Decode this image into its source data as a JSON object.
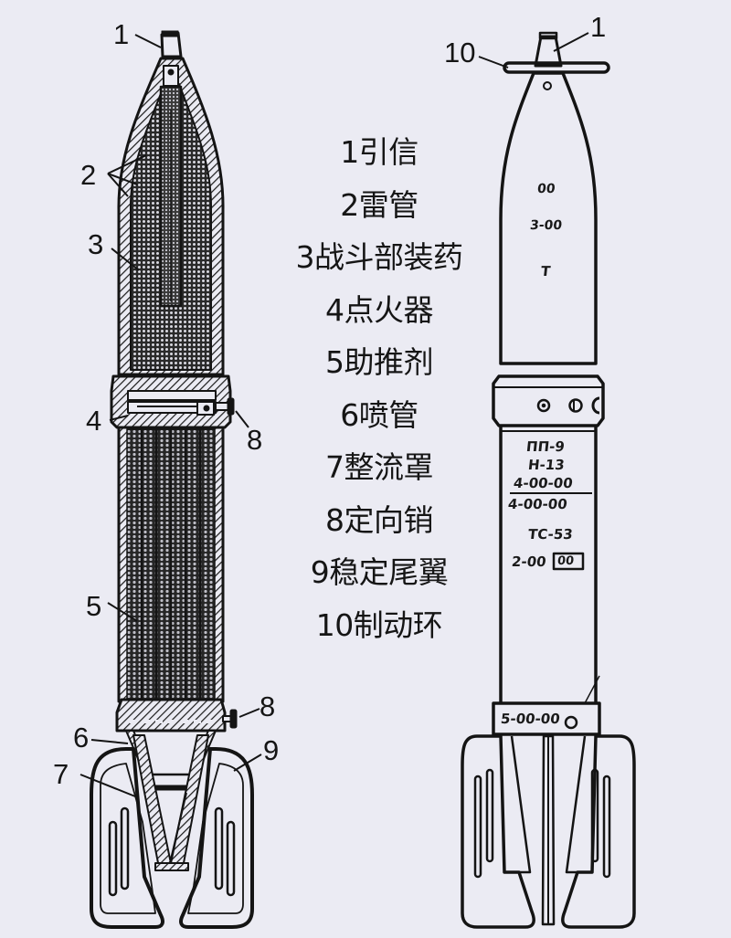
{
  "legend": {
    "items": [
      {
        "num": "1",
        "label": "引信",
        "text": "1引信"
      },
      {
        "num": "2",
        "label": "雷管",
        "text": "2雷管"
      },
      {
        "num": "3",
        "label": "战斗部装药",
        "text": "3战斗部装药"
      },
      {
        "num": "4",
        "label": "点火器",
        "text": "4点火器"
      },
      {
        "num": "5",
        "label": "助推剂",
        "text": "5助推剂"
      },
      {
        "num": "6",
        "label": "喷管",
        "text": "6喷管"
      },
      {
        "num": "7",
        "label": "整流罩",
        "text": "7整流罩"
      },
      {
        "num": "8",
        "label": "定向销",
        "text": "8定向销"
      },
      {
        "num": "9",
        "label": "稳定尾翼",
        "text": "9稳定尾翼"
      },
      {
        "num": "10",
        "label": "制动环",
        "text": "10制动环"
      }
    ]
  },
  "left_diagram": {
    "view": "cross-section",
    "callouts": {
      "c1": "1",
      "c2": "2",
      "c3": "3",
      "c4": "4",
      "c5": "5",
      "c6": "6",
      "c7": "7",
      "c8_top": "8",
      "c8_bottom": "8",
      "c9": "9"
    }
  },
  "right_diagram": {
    "view": "exterior",
    "callouts": {
      "c1": "1",
      "c10": "10"
    },
    "markings": {
      "nose_1": "00",
      "nose_2": "3-00",
      "nose_3": "T",
      "body_1": "ПП-9",
      "body_2": "H-13",
      "body_3": "4-00-00",
      "body_4": "4-00-00",
      "body_5": "TC-53",
      "body_6": "2-00",
      "body_6_box": "00",
      "tail_band": "5-00-00"
    }
  },
  "colors": {
    "background": "#ebebf3",
    "ink": "#151515"
  }
}
